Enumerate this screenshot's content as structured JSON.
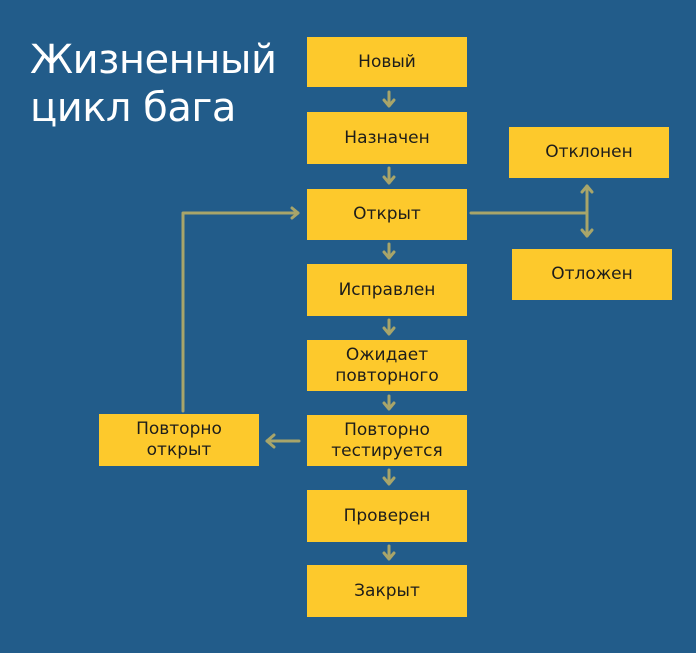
{
  "title": {
    "line1": "Жизненный",
    "line2": "цикл бага"
  },
  "nodes": {
    "new": "Новый",
    "assigned": "Назначен",
    "open": "Открыт",
    "fixed": "Исправлен",
    "pending_retest": "Ожидает\nповторного",
    "retest": "Повторно\nтестируется",
    "verified": "Проверен",
    "closed": "Закрыт",
    "rejected": "Отклонен",
    "deferred": "Отложен",
    "reopened": "Повторно\nоткрыт"
  },
  "colors": {
    "background": "#225c8a",
    "node_fill": "#fdc92c",
    "arrow": "#a8a56a",
    "title_text": "#ffffff"
  }
}
